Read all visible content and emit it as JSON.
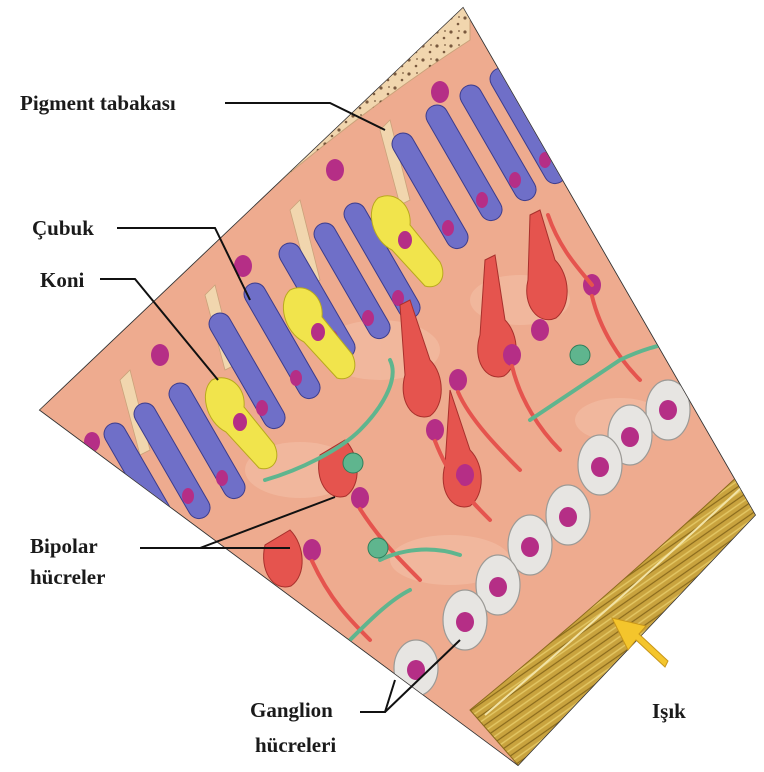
{
  "labels": {
    "pigment": "Pigment tabakası",
    "rod": "Çubuk",
    "cone": "Koni",
    "bipolar_line1": "Bipolar",
    "bipolar_line2": "hücreler",
    "ganglion_line1": "Ganglion",
    "ganglion_line2": "hücreleri",
    "light": "Işık"
  },
  "colors": {
    "pigment_layer": "#f1d6ae",
    "pigment_dots": "#5b3a22",
    "tissue": "#eeaa8e",
    "rod": "#6f6fc8",
    "cone": "#f1e44c",
    "bipolar": "#e5544e",
    "ganglion": "#e7e5e2",
    "amacrine": "#5fb58e",
    "nucleus": "#b52e86",
    "nerve_fibers": "#c8a23c",
    "light_arrow": "#f4c52c"
  }
}
